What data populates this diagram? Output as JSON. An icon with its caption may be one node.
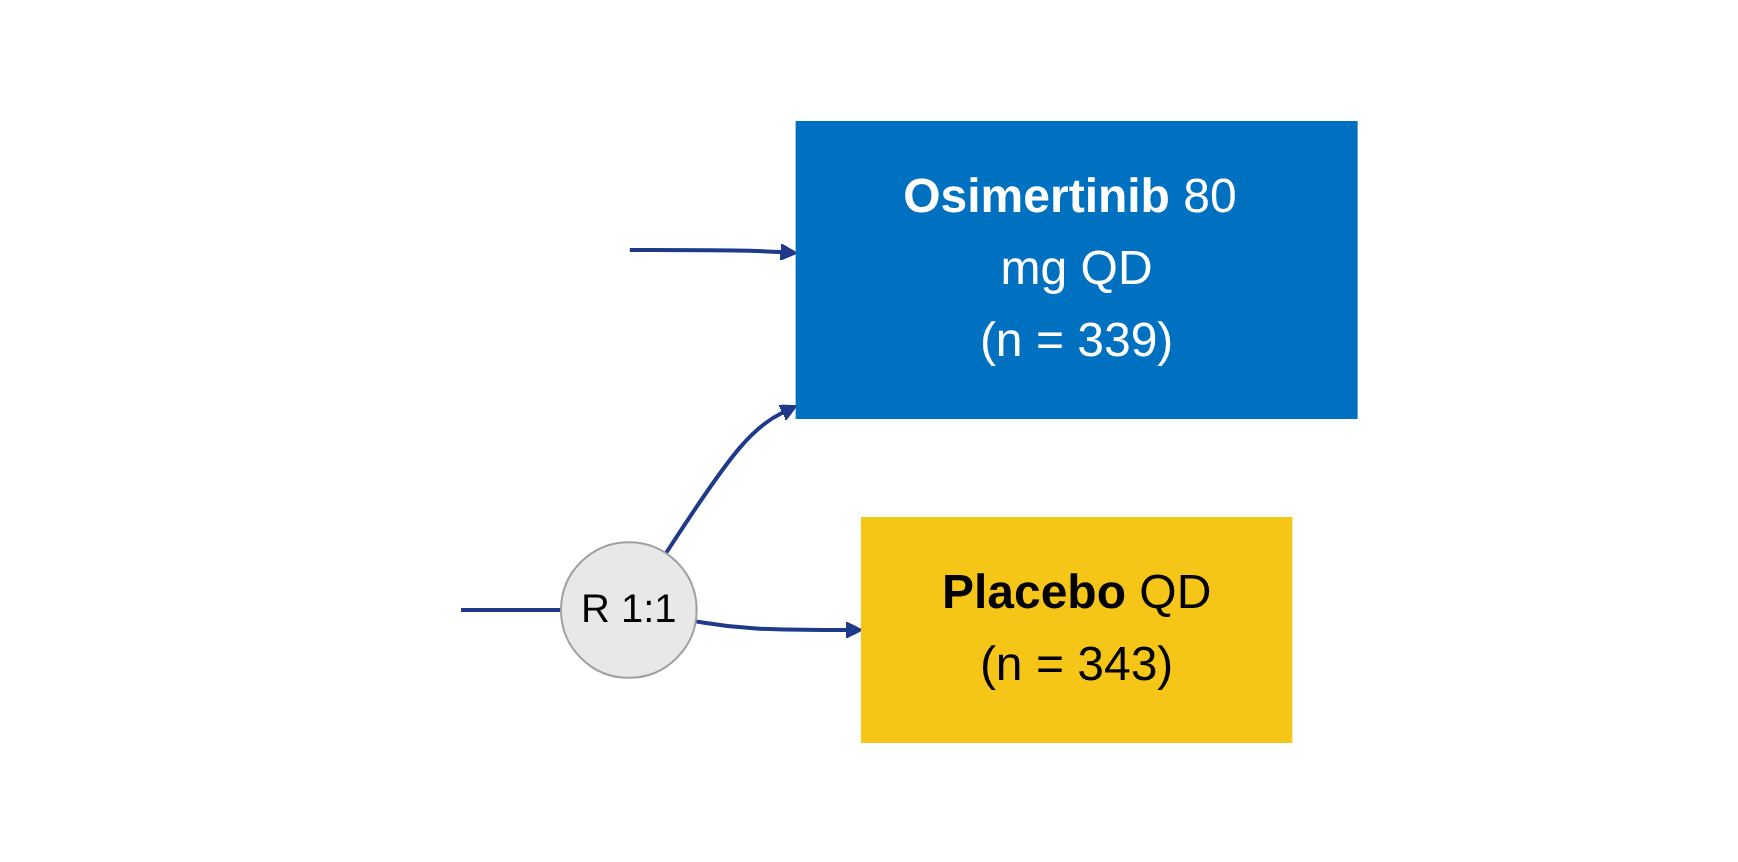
{
  "diagram": {
    "nodes": [
      {
        "text": [
          "R 1:1"
        ]
      },
      {
        "text": [
          "**Osimertinib** 80 mg QD",
          "(n = 339)"
        ]
      },
      {
        "text": [
          "**Placebo** QD",
          "(n = 343)"
        ]
      }
    ],
    "edges": [
      {
        "from": null,
        "to": 0,
        "arrow": "none"
      },
      {
        "from": 0,
        "to": 1,
        "arrow": "to"
      },
      {
        "from": 0,
        "to": 2,
        "arrow": "to"
      },
      {
        "from": null,
        "to": 1,
        "arrow": "to"
      }
    ]
  }
}
